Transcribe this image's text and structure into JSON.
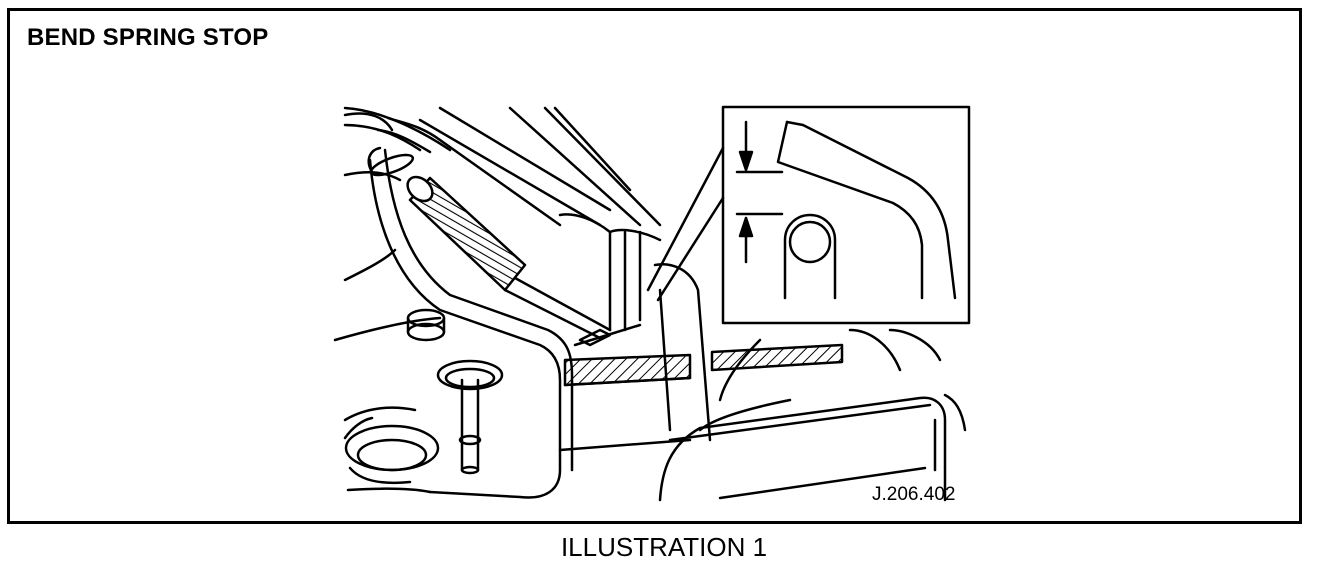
{
  "diagram": {
    "title": "BEND SPRING STOP",
    "reference_code": "J.206.402",
    "caption": "ILLUSTRATION 1"
  },
  "colors": {
    "line": "#000000",
    "background": "#ffffff"
  }
}
